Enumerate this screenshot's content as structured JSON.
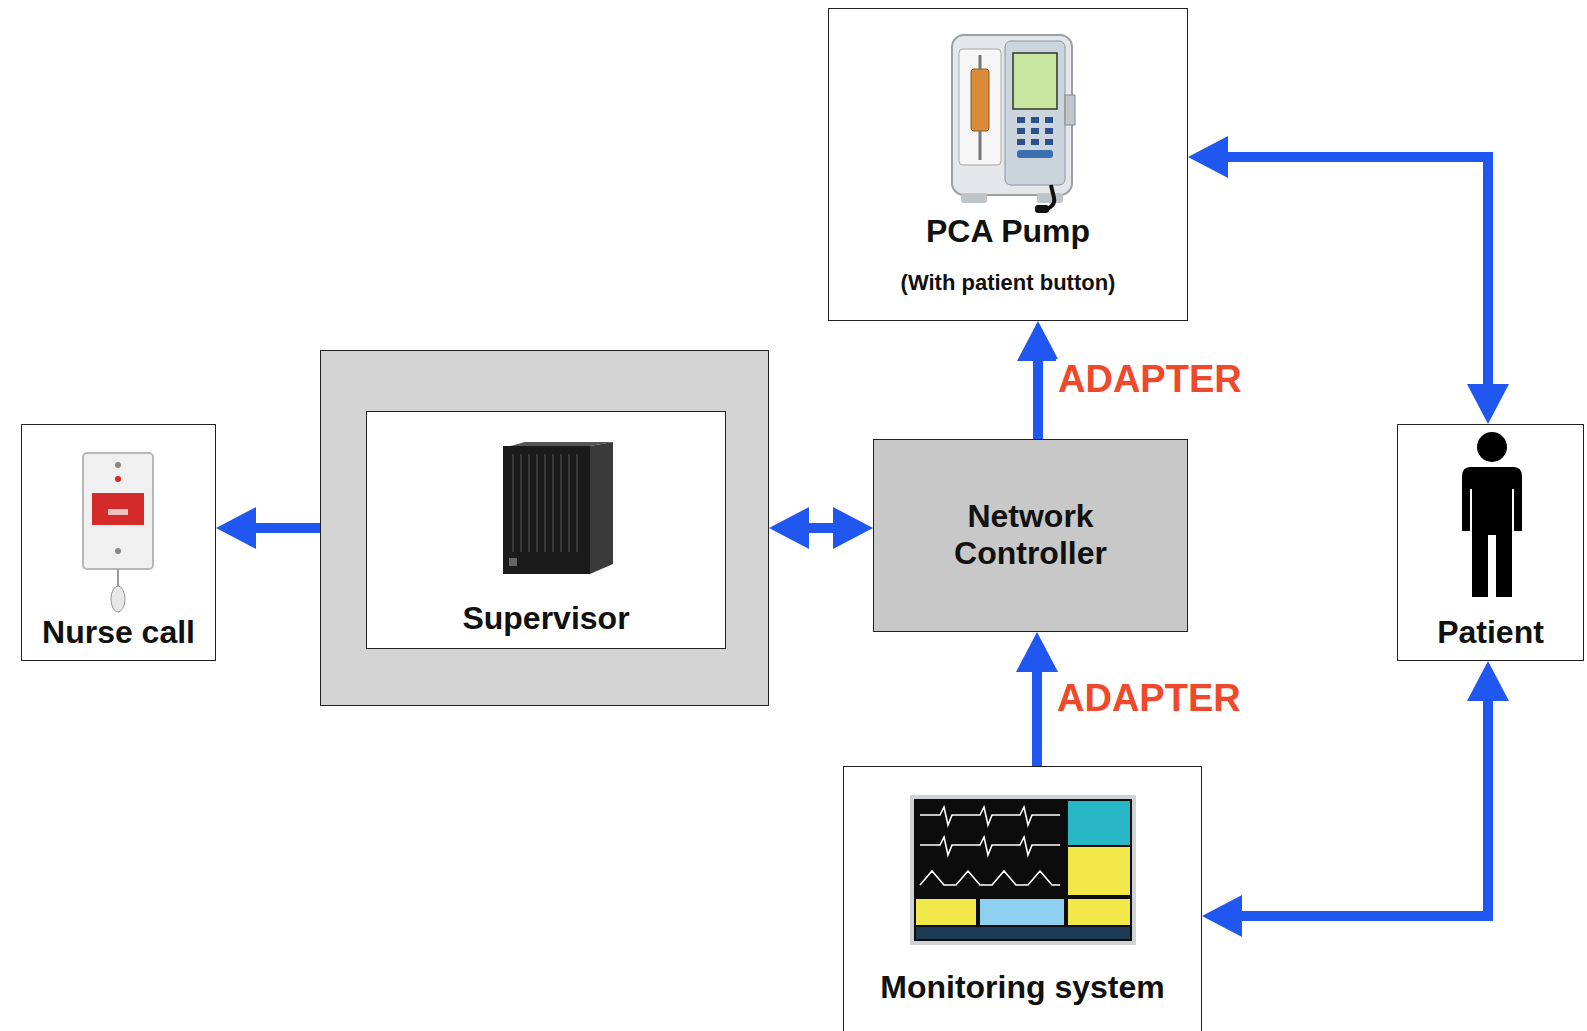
{
  "diagram": {
    "nodes": [
      {
        "text": [
          "PCA Pump",
          "(With patient button)"
        ]
      },
      {
        "text": [
          "Nurse call"
        ]
      },
      {
        "text": [
          "Supervisor"
        ]
      },
      {
        "text": [
          "Network Controller"
        ]
      },
      {
        "text": [
          "Patient"
        ]
      },
      {
        "text": [
          "Monitoring system"
        ]
      }
    ],
    "edges": [
      {
        "from": 2,
        "to": 1,
        "arrow": "to"
      },
      {
        "from": 2,
        "to": 3,
        "arrow": "both"
      },
      {
        "from": 3,
        "to": 0,
        "arrow": "to",
        "label": "ADAPTER"
      },
      {
        "from": 5,
        "to": 3,
        "arrow": "to",
        "label": "ADAPTER"
      },
      {
        "from": 0,
        "to": 4,
        "arrow": "both"
      },
      {
        "from": 5,
        "to": 4,
        "arrow": "both"
      }
    ]
  }
}
